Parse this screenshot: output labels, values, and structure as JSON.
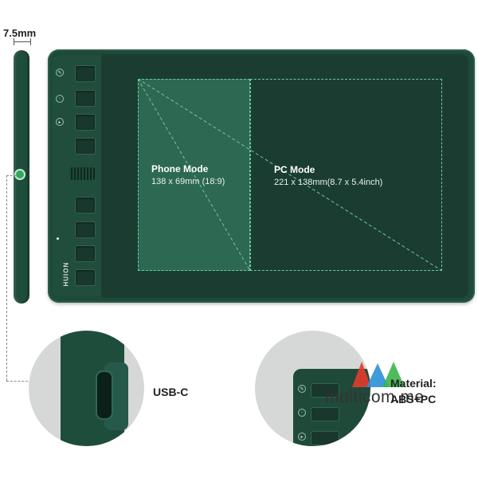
{
  "thickness": {
    "label": "7.5mm"
  },
  "tablet": {
    "brand": "HUION",
    "phone_mode": {
      "title": "Phone Mode",
      "size": "138 x 69mm (18:9)"
    },
    "pc_mode": {
      "title": "PC Mode",
      "size": "221 x 138mm(8.7 x 5.4inch)"
    }
  },
  "callouts": {
    "port": "USB-C",
    "material_line1": "Material:",
    "material_line2": "ABS+PC"
  },
  "watermark": {
    "text": "multicom.me"
  },
  "colors": {
    "tablet_green": "#1f4a3a",
    "screen_green": "#1b3d31",
    "accent_dash": "#6dc9a0"
  }
}
